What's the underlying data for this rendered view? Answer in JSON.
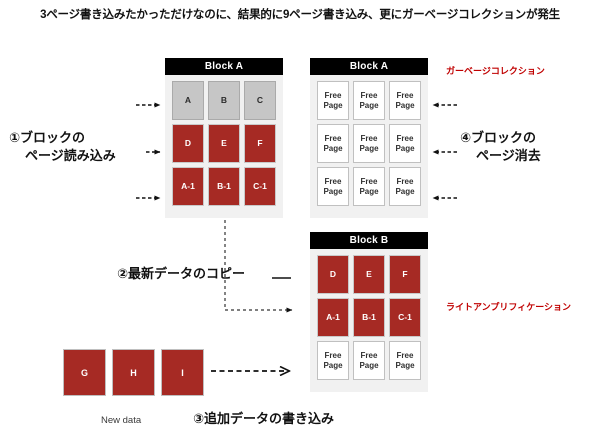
{
  "title": "3ページ書き込みたかっただけなのに、結果的に9ページ書き込み、更にガーベージコレクションが発生",
  "blocks": {
    "source_block": {
      "header": "Block A",
      "pages": [
        {
          "label": "A",
          "state": "valid-old"
        },
        {
          "label": "B",
          "state": "valid-old"
        },
        {
          "label": "C",
          "state": "valid-old"
        },
        {
          "label": "D",
          "state": "data"
        },
        {
          "label": "E",
          "state": "data"
        },
        {
          "label": "F",
          "state": "data"
        },
        {
          "label": "A-1",
          "state": "data"
        },
        {
          "label": "B-1",
          "state": "data"
        },
        {
          "label": "C-1",
          "state": "data"
        }
      ]
    },
    "erased_block": {
      "header": "Block A",
      "pages": [
        {
          "label": "Free Page",
          "state": "free"
        },
        {
          "label": "Free Page",
          "state": "free"
        },
        {
          "label": "Free Page",
          "state": "free"
        },
        {
          "label": "Free Page",
          "state": "free"
        },
        {
          "label": "Free Page",
          "state": "free"
        },
        {
          "label": "Free Page",
          "state": "free"
        },
        {
          "label": "Free Page",
          "state": "free"
        },
        {
          "label": "Free Page",
          "state": "free"
        },
        {
          "label": "Free Page",
          "state": "free"
        }
      ]
    },
    "target_block": {
      "header": "Block B",
      "pages": [
        {
          "label": "D",
          "state": "data"
        },
        {
          "label": "E",
          "state": "data"
        },
        {
          "label": "F",
          "state": "data"
        },
        {
          "label": "A-1",
          "state": "data"
        },
        {
          "label": "B-1",
          "state": "data"
        },
        {
          "label": "C-1",
          "state": "data"
        },
        {
          "label": "Free Page",
          "state": "free"
        },
        {
          "label": "Free Page",
          "state": "free"
        },
        {
          "label": "Free Page",
          "state": "free"
        }
      ]
    }
  },
  "new_data": {
    "caption": "New data",
    "pages": [
      {
        "label": "G"
      },
      {
        "label": "H"
      },
      {
        "label": "I"
      }
    ]
  },
  "steps": {
    "step1": {
      "line1": "①ブロックの",
      "line2": "ページ読み込み"
    },
    "step2": {
      "text": "②最新データのコピー"
    },
    "step3": {
      "text": "③追加データの書き込み"
    },
    "step4": {
      "line1": "④ブロックの",
      "line2": "ページ消去"
    }
  },
  "annotations": {
    "garbage_collection": "ガーベージコレクション",
    "write_amplification": "ライトアンプリフィケーション"
  },
  "colors": {
    "data_red": "#a62a24",
    "old_gray": "#c6c6c6",
    "free_white": "#ffffff",
    "block_bg": "#f1f1f1",
    "header_black": "#000000",
    "annotation_red": "#c00000"
  }
}
